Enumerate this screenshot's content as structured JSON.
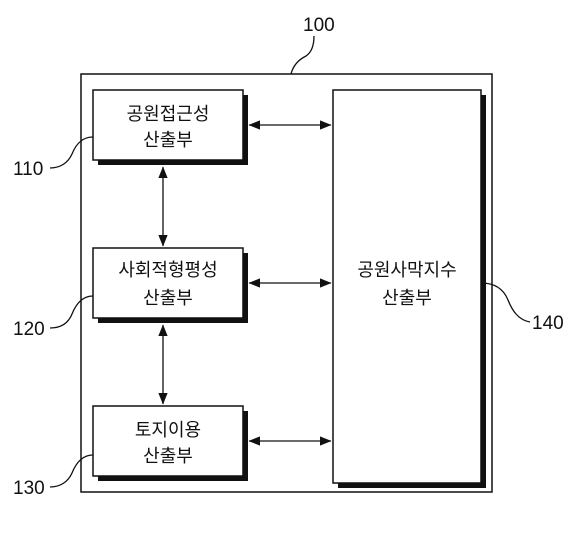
{
  "diagram": {
    "system": {
      "ref": "100"
    },
    "blocks": [
      {
        "id": "park-accessibility",
        "ref": "110",
        "line1": "공원접근성",
        "line2": "산출부"
      },
      {
        "id": "social-equity",
        "ref": "120",
        "line1": "사회적형평성",
        "line2": "산출부"
      },
      {
        "id": "land-use",
        "ref": "130",
        "line1": "토지이용",
        "line2": "산출부"
      },
      {
        "id": "park-desert-index",
        "ref": "140",
        "line1": "공원사막지수",
        "line2": "산출부"
      }
    ],
    "colors": {
      "line": "#111111",
      "fill": "#ffffff"
    }
  }
}
